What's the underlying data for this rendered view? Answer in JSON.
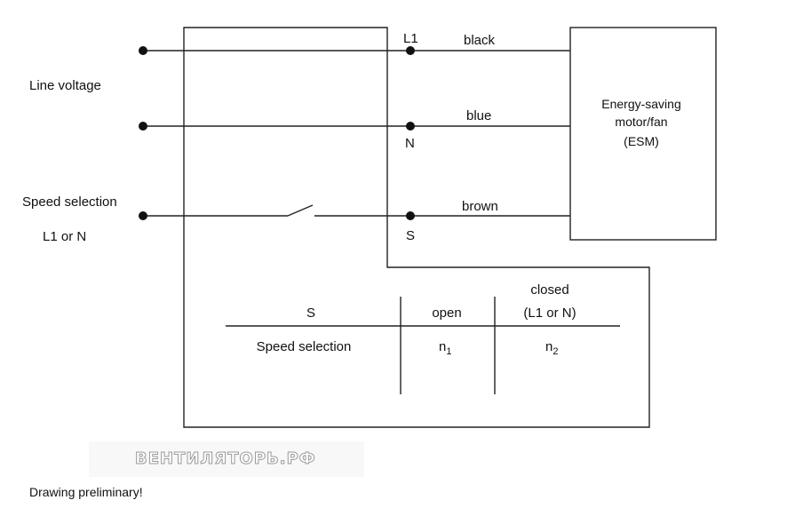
{
  "labels": {
    "line_voltage": "Line voltage",
    "speed_selection": "Speed selection",
    "speed_selection_options": "L1 or N",
    "terminal_l1": "L1",
    "terminal_n": "N",
    "terminal_s": "S",
    "wire_black": "black",
    "wire_blue": "blue",
    "wire_brown": "brown",
    "motor_line1": "Energy-saving",
    "motor_line2": "motor/fan",
    "motor_line3": "(ESM)"
  },
  "table": {
    "col_s": "S",
    "col_open": "open",
    "col_closed_line1": "closed",
    "col_closed_line2": "(L1 or N)",
    "row_label": "Speed selection",
    "open_value": "n",
    "open_sub": "1",
    "closed_value": "n",
    "closed_sub": "2"
  },
  "watermark": "ВЕНТИЛЯТОРЬ.РФ",
  "footer": "Drawing preliminary!"
}
